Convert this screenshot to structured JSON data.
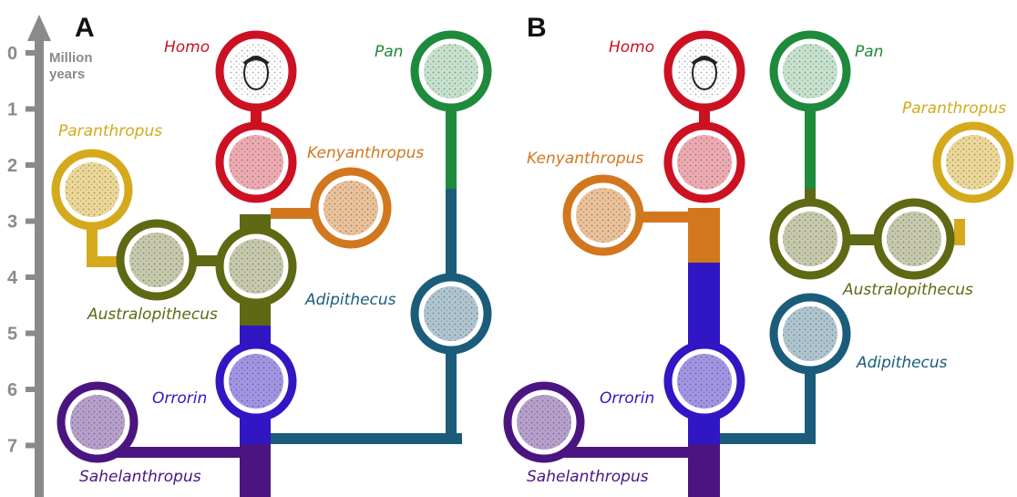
{
  "panels": [
    "A",
    "B"
  ],
  "axis": {
    "unit_line1": "Million",
    "unit_line2": "years",
    "ticks": [
      "0",
      "1",
      "2",
      "3",
      "4",
      "5",
      "6",
      "7"
    ],
    "color": "#8a8a8a"
  },
  "colors": {
    "homo": "#cc1122",
    "pan": "#1e8a3c",
    "paranthropus": "#d4aa1c",
    "kenyanthropus": "#d2771e",
    "australopithecus": "#5f6812",
    "adipithecus": "#1b5c7a",
    "orrorin": "#3116c4",
    "sahelanthropus": "#4a1580"
  },
  "taxa": {
    "homo": "Homo",
    "pan": "Pan",
    "paranthropus": "Paranthropus",
    "kenyanthropus": "Kenyanthropus",
    "australopithecus": "Australopithecus",
    "adipithecus": "Adipithecus",
    "orrorin": "Orrorin",
    "sahelanthropus": "Sahelanthropus"
  }
}
